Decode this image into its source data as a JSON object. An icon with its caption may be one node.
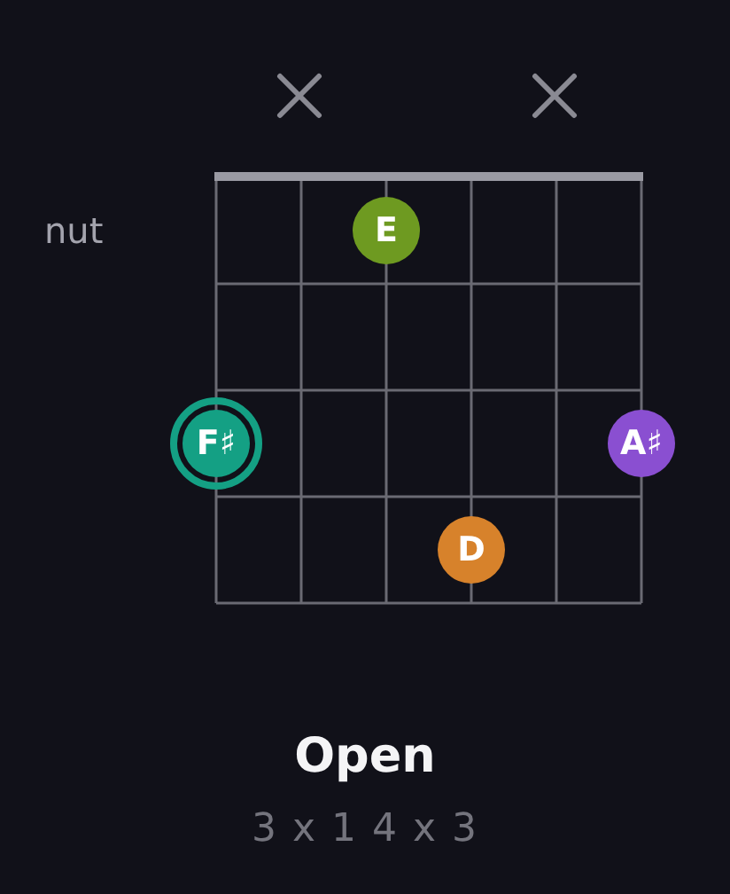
{
  "diagram": {
    "title": "Open",
    "caption": "3 x 1 4 x 3",
    "nodes": [
      {
        "text": [],
        "shape": "cross"
      },
      {
        "text": [],
        "shape": "cross"
      },
      {
        "text": [
          "E"
        ]
      },
      {
        "text": [
          "F♯"
        ]
      },
      {
        "text": [
          "A♯"
        ]
      },
      {
        "text": [
          "D"
        ]
      }
    ],
    "labels": [
      "nut"
    ]
  }
}
